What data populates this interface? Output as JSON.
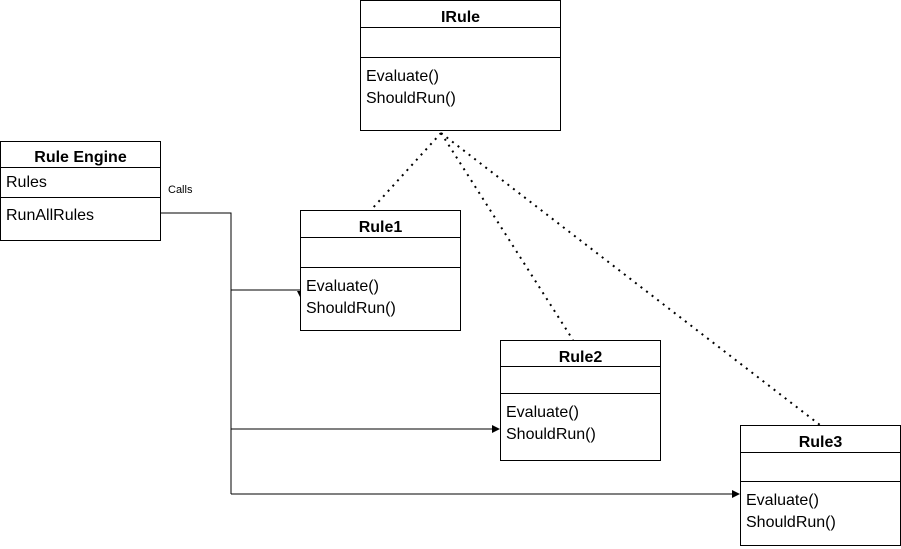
{
  "classes": {
    "irule": {
      "name": "IRule",
      "attributes": "",
      "methods": [
        "Evaluate()",
        "ShouldRun()"
      ]
    },
    "rule_engine": {
      "name": "Rule Engine",
      "attributes": "Rules",
      "methods": [
        "RunAllRules"
      ]
    },
    "rule1": {
      "name": "Rule1",
      "attributes": "",
      "methods": [
        "Evaluate()",
        "ShouldRun()"
      ]
    },
    "rule2": {
      "name": "Rule2",
      "attributes": "",
      "methods": [
        "Evaluate()",
        "ShouldRun()"
      ]
    },
    "rule3": {
      "name": "Rule3",
      "attributes": "",
      "methods": [
        "Evaluate()",
        "ShouldRun()"
      ]
    }
  },
  "edge_labels": {
    "calls": "Calls"
  }
}
